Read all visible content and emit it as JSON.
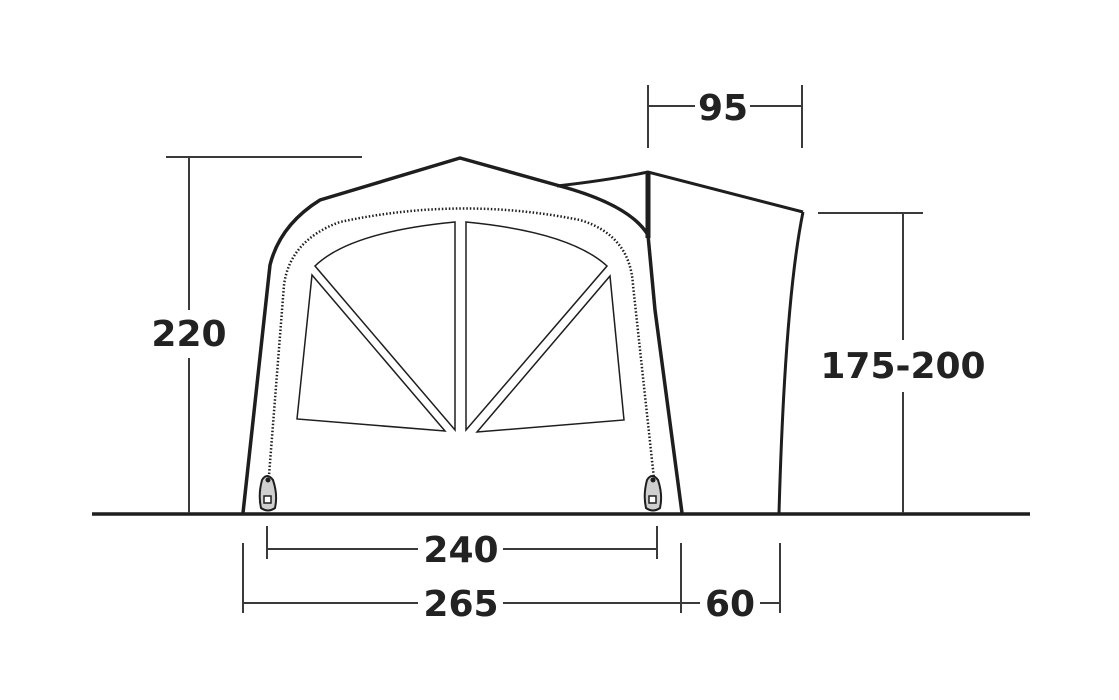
{
  "diagram": {
    "subject": "Tent side-profile dimension drawing",
    "units": "cm",
    "colors": {
      "line": "#1e1e1e",
      "dim_line": "#3a3a3a",
      "text": "#222222",
      "peg_fill": "#cfcfcf",
      "background": "#ffffff"
    },
    "dimensions": {
      "overall_height": "220",
      "annex_width_top": "95",
      "annex_height": "175-200",
      "inner_width": "240",
      "outer_width": "265",
      "annex_base_width": "60"
    }
  }
}
